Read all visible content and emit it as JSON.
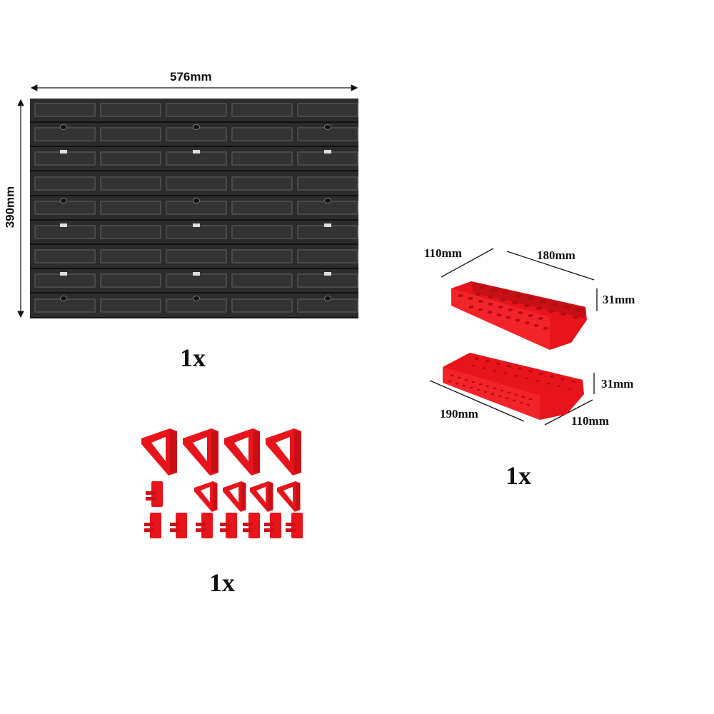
{
  "wall_panel": {
    "width_label": "576mm",
    "height_label": "390mm",
    "quantity": "1x"
  },
  "tool_holders": {
    "top_depth_label": "110mm",
    "top_length_label": "180mm",
    "top_height_label": "31mm",
    "bottom_height_label": "31mm",
    "bottom_length_label": "190mm",
    "bottom_depth_label": "110mm",
    "quantity": "1x"
  },
  "hooks": {
    "quantity": "1x"
  },
  "colors": {
    "panel": "#2c2c2c",
    "plastic_red": "#e8141c"
  }
}
